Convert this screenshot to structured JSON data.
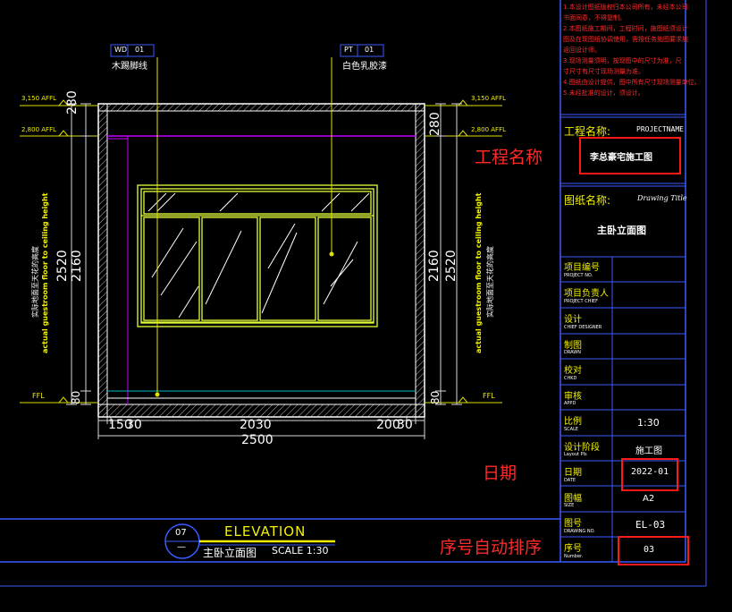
{
  "notes": [
    "1.本设计图纸版权归本公司所有，未经本公司",
    "书面同意，不得复制。",
    "2.本图纸施工期间，工程时间，施图纸须设计",
    "图及在现图纸协调使用，需按任务施图要求施",
    "返回设计师。",
    "3.现场测量须明，按现图中的尺寸为准，尺",
    "寸尺寸有尺寸现场测量为准。",
    "4.图纸由设计提供，图中所有尺寸现场测量单位。",
    "5.未经批准的设计，须设计。"
  ],
  "title_block": {
    "project_label": "工程名称:",
    "project_label_en": "PROJECTNAME",
    "project_name": "李总豪宅施工图",
    "drawing_label": "图纸名称:",
    "drawing_label_en": "Drawing Title",
    "drawing_name": "主卧立面图",
    "rows": [
      {
        "cn": "项目编号",
        "en": "PROJECT NO.",
        "value": ""
      },
      {
        "cn": "项目负责人",
        "en": "PROJECT CHIEF",
        "value": ""
      },
      {
        "cn": "设计",
        "en": "CHIEF DESIGNER",
        "value": ""
      },
      {
        "cn": "制图",
        "en": "DRAWN",
        "value": ""
      },
      {
        "cn": "校对",
        "en": "CHKD",
        "value": ""
      },
      {
        "cn": "审核",
        "en": "APPD",
        "value": ""
      },
      {
        "cn": "比例",
        "en": "SCALE",
        "value": "1:30"
      },
      {
        "cn": "设计阶段",
        "en": "Layout Pls",
        "value": "施工图"
      },
      {
        "cn": "日期",
        "en": "DATE",
        "value": "2022-01"
      },
      {
        "cn": "图幅",
        "en": "SIZE",
        "value": "A2"
      },
      {
        "cn": "图号",
        "en": "DRAWING NO.",
        "value": "EL-03"
      },
      {
        "cn": "序号",
        "en": "Number.",
        "value": "03"
      }
    ]
  },
  "annotations": {
    "project": "工程名称",
    "date": "日期",
    "number": "序号自动排序"
  },
  "elevation": {
    "callout_num": "07",
    "callout_dash": "—",
    "title": "ELEVATION",
    "subtitle": "主卧立面图",
    "scale_text": "SCALE 1:30"
  },
  "tags": {
    "left_code": "WD",
    "left_num": "01",
    "left_text": "木踢脚线",
    "right_code": "PT",
    "right_num": "01",
    "right_text": "白色乳胶漆"
  },
  "levels": {
    "l3150": "3,150 AFFL",
    "l2800": "2,800 AFFL",
    "ffl": "FFL"
  },
  "dims": {
    "v280": "280",
    "v2520": "2520",
    "v2160": "2160",
    "v80": "80",
    "h150": "150",
    "h30a": "30",
    "h2030": "2030",
    "h200": "200",
    "h30b": "30",
    "h2500": "2500"
  },
  "vertical_text": {
    "cn": "实际地面至天花的高度",
    "en": "actual guestroom floor to ceiling height"
  }
}
